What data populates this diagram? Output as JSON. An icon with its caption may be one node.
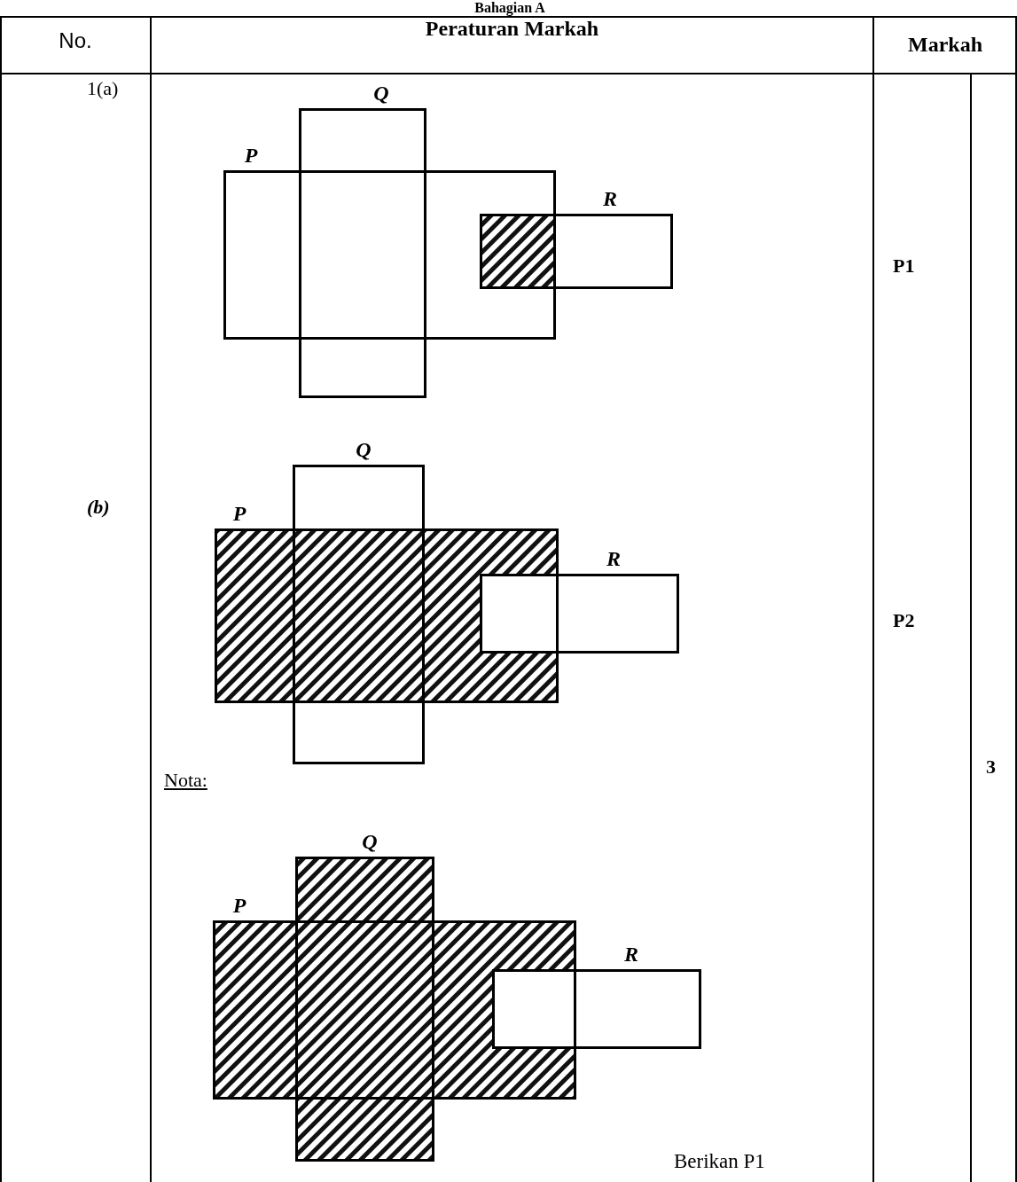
{
  "diagram": {
    "title": "Bahagian A",
    "nodes": [
      {
        "text": [
          "Q"
        ]
      },
      {
        "text": [
          "P"
        ]
      },
      {
        "text": [
          "R"
        ]
      },
      {
        "text": [
          "Q"
        ]
      },
      {
        "text": [
          "P"
        ]
      },
      {
        "text": [
          "R"
        ]
      },
      {
        "text": [
          "Q"
        ]
      },
      {
        "text": [
          "P"
        ]
      },
      {
        "text": [
          "R"
        ]
      }
    ],
    "edges": [],
    "labels": [
      "No.",
      "Peraturan Markah",
      "Markah",
      "1(a)",
      "P1",
      "(b)",
      "P2",
      "3",
      "Nota:",
      "Berikan P1"
    ]
  }
}
